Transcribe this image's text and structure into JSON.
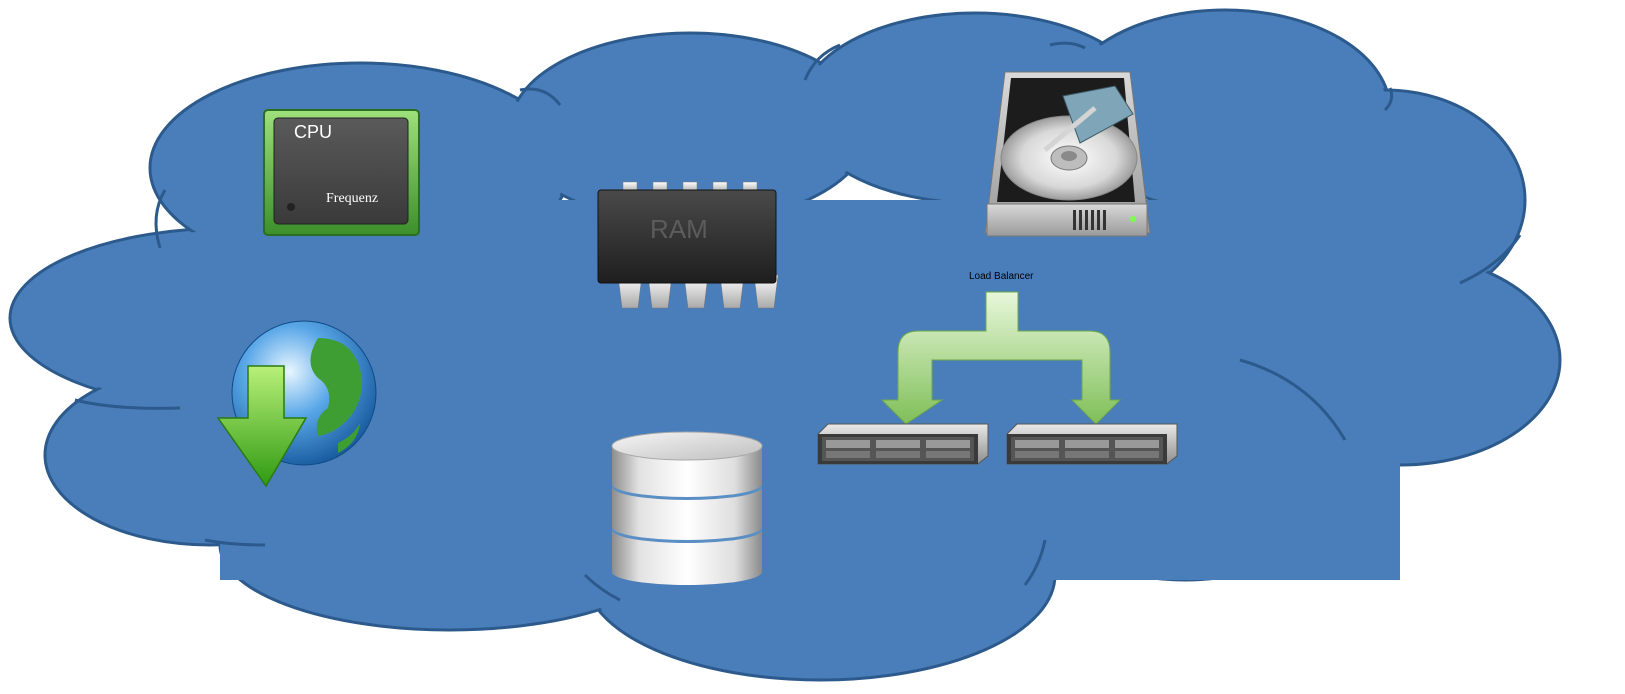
{
  "colors": {
    "cloud_fill": "#4a7ebb",
    "cloud_stroke": "#2c5a8c",
    "arrow_green": "#8fc66a",
    "chip_green": "#5fb443",
    "label_text": "#000000"
  },
  "cpu": {
    "title": "CPU",
    "subtitle": "Frequenz",
    "icon": "cpu-chip-icon"
  },
  "ram": {
    "label": "RAM",
    "icon": "ram-chip-icon"
  },
  "hdd": {
    "icon": "hard-disk-icon"
  },
  "download": {
    "icon": "globe-download-icon"
  },
  "database": {
    "icon": "database-icon"
  },
  "load_balancer": {
    "label": "Load Balancer",
    "icon": "split-arrow-icon",
    "servers": 2
  },
  "server": {
    "icon": "rack-server-icon"
  }
}
